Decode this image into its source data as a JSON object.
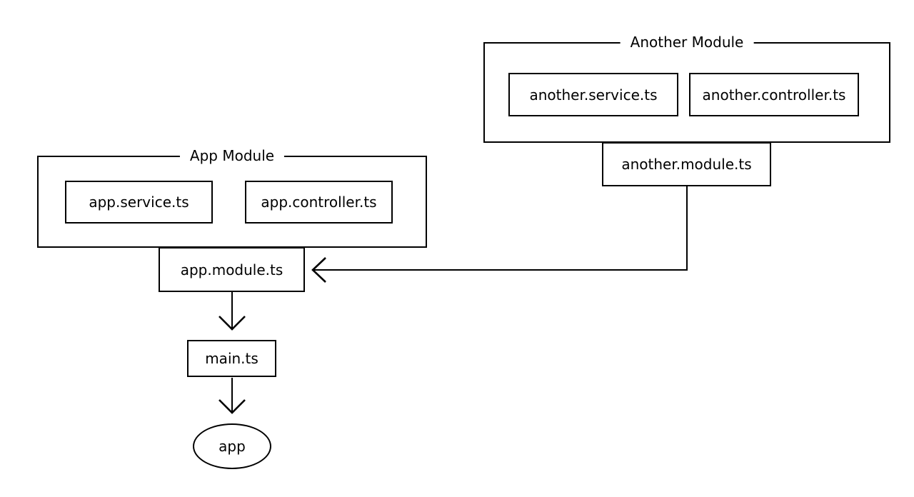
{
  "colors": {
    "stroke": "#000000",
    "background": "#ffffff",
    "text": "#000000"
  },
  "modules": {
    "another": {
      "title": "Another Module",
      "service_label": "another.service.ts",
      "controller_label": "another.controller.ts",
      "module_label": "another.module.ts"
    },
    "app": {
      "title": "App Module",
      "service_label": "app.service.ts",
      "controller_label": "app.controller.ts",
      "module_label": "app.module.ts"
    }
  },
  "entry_label": "main.ts",
  "output_label": "app",
  "connections": [
    {
      "from": "another.module.ts",
      "to": "app.module.ts",
      "direction": "left"
    },
    {
      "from": "app.module.ts",
      "to": "main.ts",
      "direction": "down"
    },
    {
      "from": "main.ts",
      "to": "app",
      "direction": "down"
    }
  ]
}
